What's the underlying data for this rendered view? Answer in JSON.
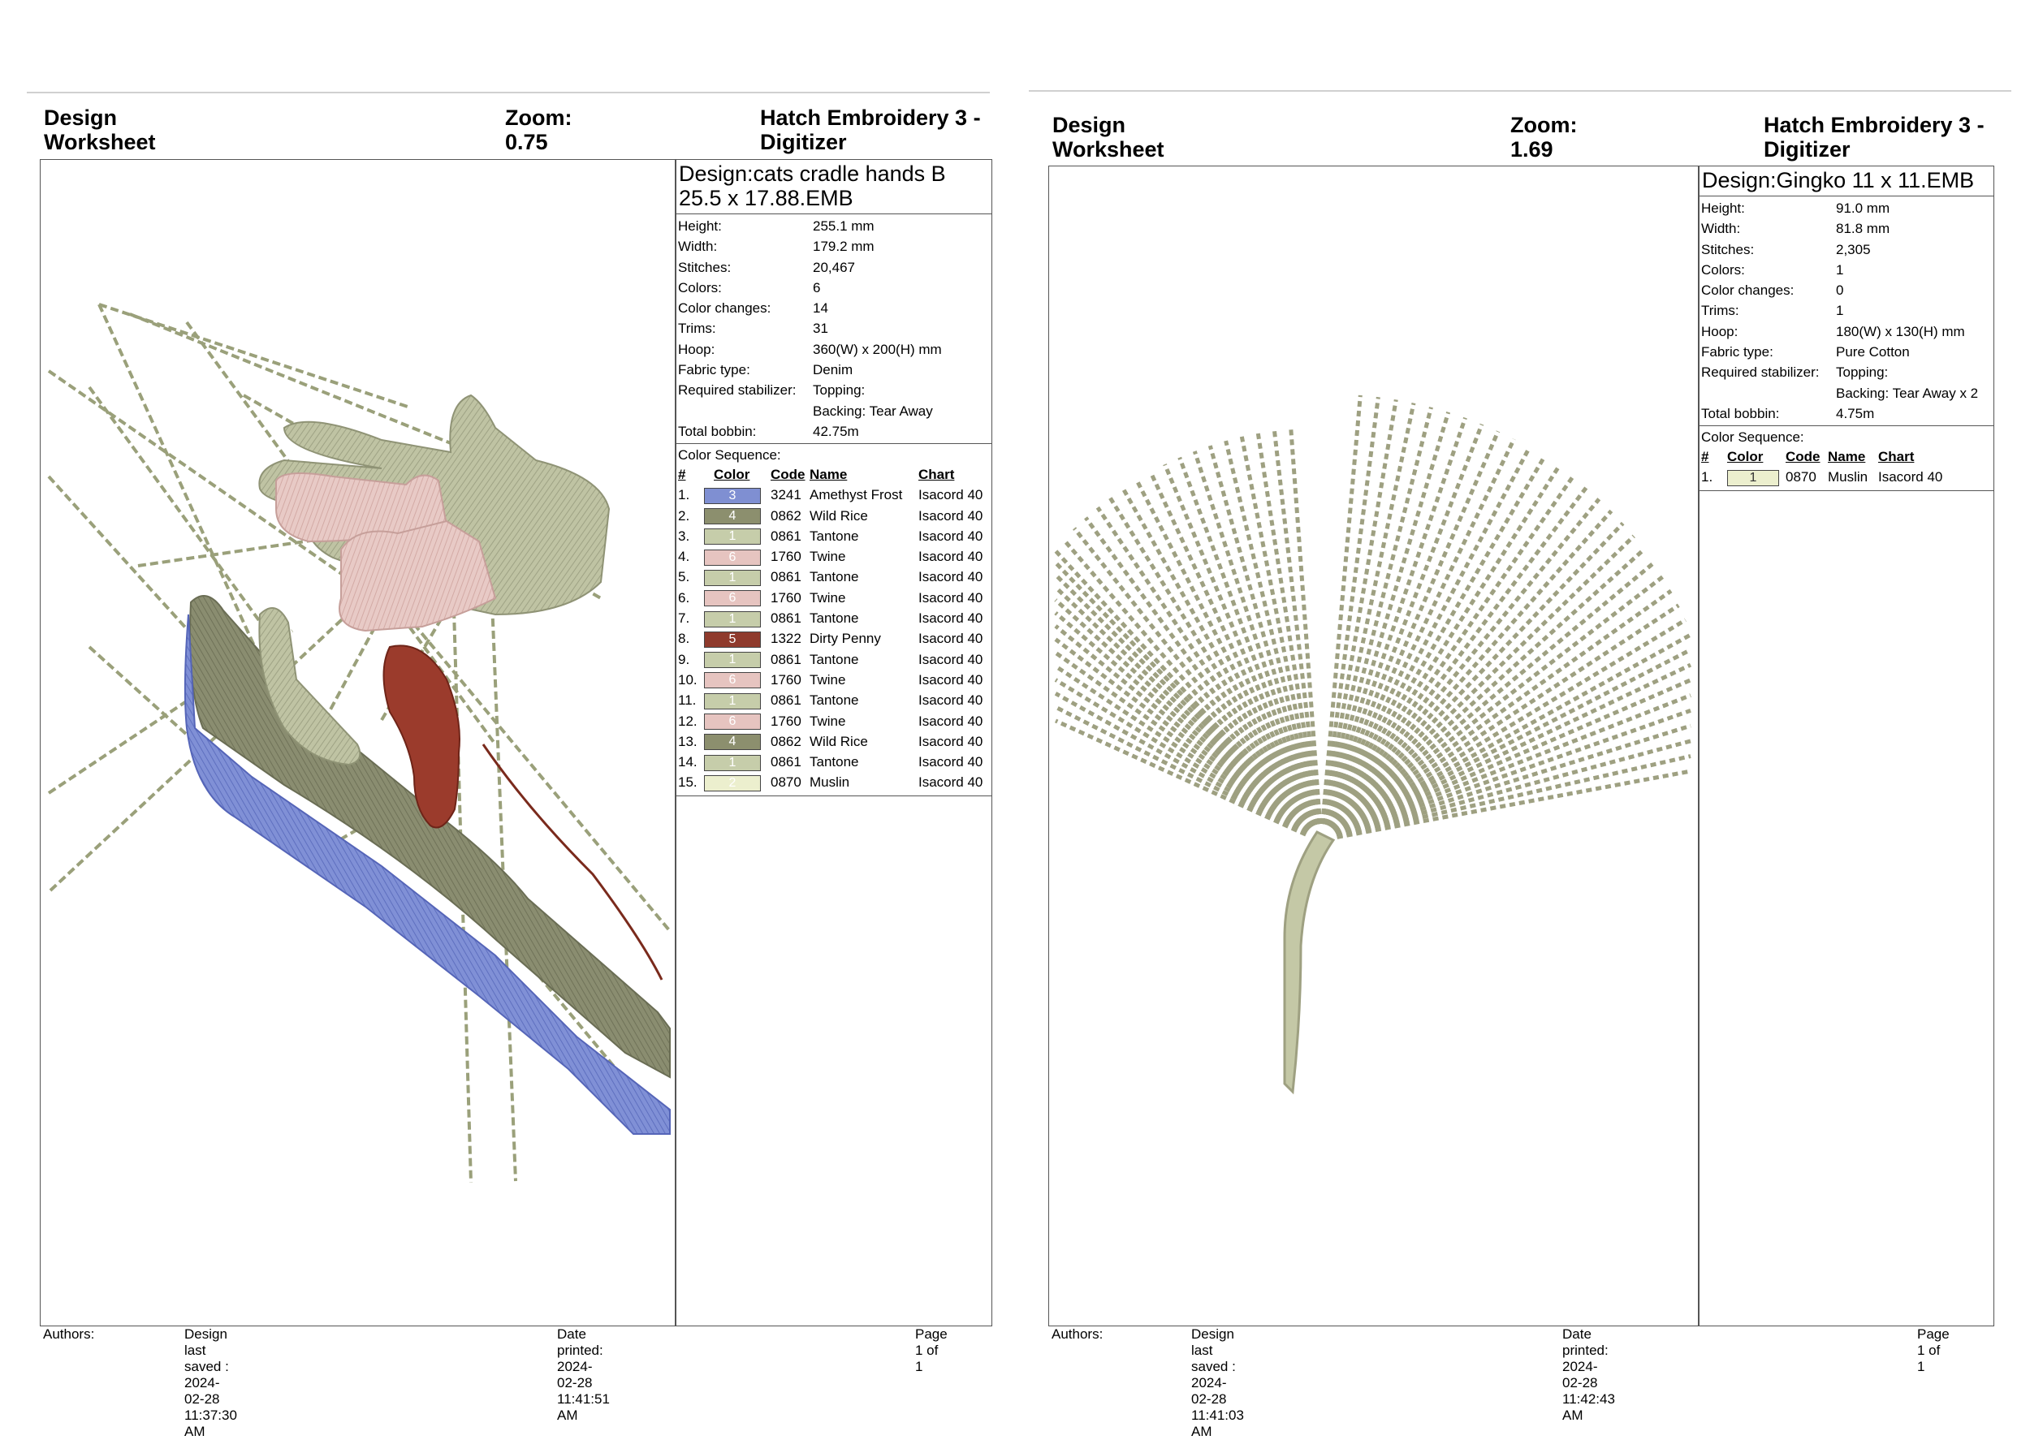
{
  "worksheets": [
    {
      "header": {
        "title": "Design Worksheet",
        "zoom_label": "Zoom:",
        "zoom": "0.75",
        "product": "Hatch Embroidery 3 - Digitizer"
      },
      "design_title": "Design:cats cradle hands B 25.5 x 17.88.EMB",
      "props": [
        {
          "label": "Height:",
          "value": "255.1 mm"
        },
        {
          "label": "Width:",
          "value": "179.2 mm"
        },
        {
          "label": "Stitches:",
          "value": "20,467"
        },
        {
          "label": "Colors:",
          "value": "6"
        },
        {
          "label": "Color changes:",
          "value": "14"
        },
        {
          "label": "Trims:",
          "value": "31"
        },
        {
          "label": "Hoop:",
          "value": "360(W) x 200(H) mm"
        },
        {
          "label": "Fabric type:",
          "value": "Denim"
        },
        {
          "label": "Required stabilizer:",
          "value": "Topping:\nBacking: Tear Away"
        },
        {
          "label": "Total bobbin:",
          "value": "42.75m"
        }
      ],
      "sequence_label": "Color Sequence:",
      "sequence_headers": {
        "num": "#",
        "color": "Color",
        "code": "Code",
        "name": "Name",
        "chart": "Chart"
      },
      "sequence": [
        {
          "num": "1.",
          "swatch": "3",
          "code": "3241",
          "name": "Amethyst Frost",
          "chart": "Isacord 40",
          "color": "#7f8fd2"
        },
        {
          "num": "2.",
          "swatch": "4",
          "code": "0862",
          "name": "Wild Rice",
          "chart": "Isacord 40",
          "color": "#8c8f6e"
        },
        {
          "num": "3.",
          "swatch": "1",
          "code": "0861",
          "name": "Tantone",
          "chart": "Isacord 40",
          "color": "#c6cdaa"
        },
        {
          "num": "4.",
          "swatch": "6",
          "code": "1760",
          "name": "Twine",
          "chart": "Isacord 40",
          "color": "#e6c4c0"
        },
        {
          "num": "5.",
          "swatch": "1",
          "code": "0861",
          "name": "Tantone",
          "chart": "Isacord 40",
          "color": "#c6cdaa"
        },
        {
          "num": "6.",
          "swatch": "6",
          "code": "1760",
          "name": "Twine",
          "chart": "Isacord 40",
          "color": "#e6c4c0"
        },
        {
          "num": "7.",
          "swatch": "1",
          "code": "0861",
          "name": "Tantone",
          "chart": "Isacord 40",
          "color": "#c6cdaa"
        },
        {
          "num": "8.",
          "swatch": "5",
          "code": "1322",
          "name": "Dirty Penny",
          "chart": "Isacord 40",
          "color": "#8f3a2c"
        },
        {
          "num": "9.",
          "swatch": "1",
          "code": "0861",
          "name": "Tantone",
          "chart": "Isacord 40",
          "color": "#c6cdaa"
        },
        {
          "num": "10.",
          "swatch": "6",
          "code": "1760",
          "name": "Twine",
          "chart": "Isacord 40",
          "color": "#e6c4c0"
        },
        {
          "num": "11.",
          "swatch": "1",
          "code": "0861",
          "name": "Tantone",
          "chart": "Isacord 40",
          "color": "#c6cdaa"
        },
        {
          "num": "12.",
          "swatch": "6",
          "code": "1760",
          "name": "Twine",
          "chart": "Isacord 40",
          "color": "#e6c4c0"
        },
        {
          "num": "13.",
          "swatch": "4",
          "code": "0862",
          "name": "Wild Rice",
          "chart": "Isacord 40",
          "color": "#8c8f6e"
        },
        {
          "num": "14.",
          "swatch": "1",
          "code": "0861",
          "name": "Tantone",
          "chart": "Isacord 40",
          "color": "#c6cdaa"
        },
        {
          "num": "15.",
          "swatch": "2",
          "code": "0870",
          "name": "Muslin",
          "chart": "Isacord 40",
          "color": "#ecefce"
        }
      ],
      "footer": {
        "authors": "Authors:",
        "saved": "Design last saved : 2024-02-28 11:37:30 AM",
        "printed": "Date printed: 2024-02-28 11:41:51 AM",
        "page": "Page 1 of 1"
      }
    },
    {
      "header": {
        "title": "Design Worksheet",
        "zoom_label": "Zoom:",
        "zoom": "1.69",
        "product": "Hatch Embroidery 3 - Digitizer"
      },
      "design_title": "Design:Gingko 11 x 11.EMB",
      "props": [
        {
          "label": "Height:",
          "value": "91.0 mm"
        },
        {
          "label": "Width:",
          "value": "81.8 mm"
        },
        {
          "label": "Stitches:",
          "value": "2,305"
        },
        {
          "label": "Colors:",
          "value": "1"
        },
        {
          "label": "Color changes:",
          "value": "0"
        },
        {
          "label": "Trims:",
          "value": "1"
        },
        {
          "label": "Hoop:",
          "value": "180(W) x 130(H) mm"
        },
        {
          "label": "Fabric type:",
          "value": "Pure Cotton"
        },
        {
          "label": "Required stabilizer:",
          "value": "Topping:\nBacking: Tear Away x 2"
        },
        {
          "label": "Total bobbin:",
          "value": "4.75m"
        }
      ],
      "sequence_label": "Color Sequence:",
      "sequence_headers": {
        "num": "#",
        "color": "Color",
        "code": "Code",
        "name": "Name",
        "chart": "Chart"
      },
      "sequence": [
        {
          "num": "1.",
          "swatch": "1",
          "code": "0870",
          "name": "Muslin",
          "chart": "Isacord 40",
          "color": "#ecefce"
        }
      ],
      "footer": {
        "authors": "Authors:",
        "saved": "Design last saved : 2024-02-28 11:41:03 AM",
        "printed": "Date printed: 2024-02-28 11:42:43 AM",
        "page": "Page 1 of 1"
      }
    }
  ]
}
